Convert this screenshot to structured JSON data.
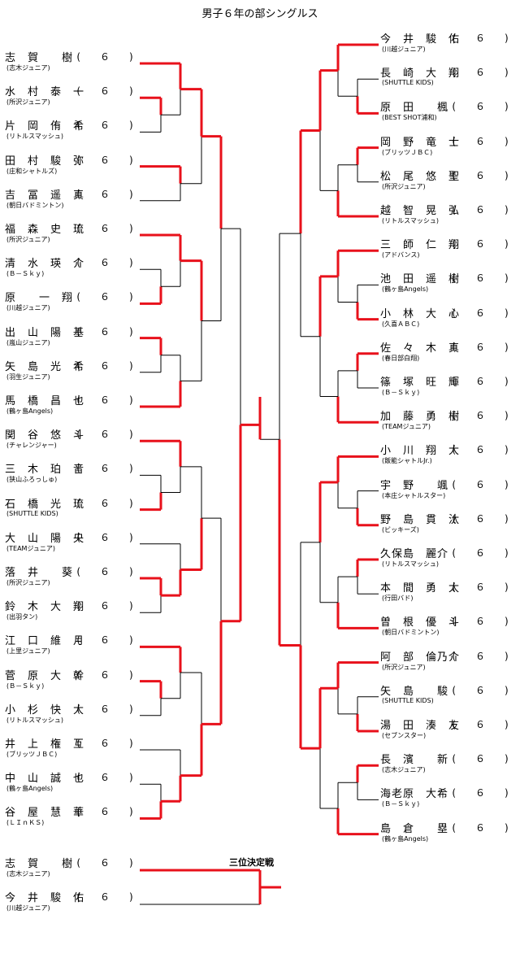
{
  "title": "男子６年の部シングルス",
  "third_place_title": "三位決定戦",
  "left_players": [
    {
      "name": "志　賀　　樹",
      "club": "(志木ジュニア)",
      "grade": "(　　６　　)"
    },
    {
      "name": "水　村　泰　一",
      "club": "(所沢ジュニア)",
      "grade": "(　　６　　)"
    },
    {
      "name": "片　岡　侑　希",
      "club": "(リトルスマッシュ)",
      "grade": "(　　６　　)"
    },
    {
      "name": "田　村　駿　弥",
      "club": "(庄和シャトルズ)",
      "grade": "(　　６　　)"
    },
    {
      "name": "吉　冨　遥　真",
      "club": "(朝日バドミントン)",
      "grade": "(　　６　　)"
    },
    {
      "name": "福　森　史　琉",
      "club": "(所沢ジュニア)",
      "grade": "(　　６　　)"
    },
    {
      "name": "清　水　瑛　介",
      "club": "(Ｂ－Ｓｋｙ)",
      "grade": "(　　６　　)"
    },
    {
      "name": "原　　一　翔",
      "club": "(川越ジュニア)",
      "grade": "(　　６　　)"
    },
    {
      "name": "出　山　陽　基",
      "club": "(嵐山ジュニア)",
      "grade": "(　　６　　)"
    },
    {
      "name": "矢　島　光　希",
      "club": "(羽生ジュニア)",
      "grade": "(　　６　　)"
    },
    {
      "name": "馬　橋　昌　也",
      "club": "(鶴ヶ島Angels)",
      "grade": "(　　６　　)"
    },
    {
      "name": "関　谷　悠　斗",
      "club": "(チャレンジャー)",
      "grade": "(　　６　　)"
    },
    {
      "name": "三　木　珀　音",
      "club": "(狭山ふろっしゅ)",
      "grade": "(　　６　　)"
    },
    {
      "name": "石　橋　光　琉",
      "club": "(SHUTTLE KIDS)",
      "grade": "(　　６　　)"
    },
    {
      "name": "大　山　陽　央",
      "club": "(TEAMジュニア)",
      "grade": "(　　６　　)"
    },
    {
      "name": "落　井　　葵",
      "club": "(所沢ジュニア)",
      "grade": "(　　６　　)"
    },
    {
      "name": "鈴　木　大　翔",
      "club": "(出羽タン)",
      "grade": "(　　６　　)"
    },
    {
      "name": "江　口　維　月",
      "club": "(上里ジュニア)",
      "grade": "(　　６　　)"
    },
    {
      "name": "菅　原　大　幹",
      "club": "(Ｂ－Ｓｋｙ)",
      "grade": "(　　６　　)"
    },
    {
      "name": "小　杉　快　大",
      "club": "(リトルスマッシュ)",
      "grade": "(　　６　　)"
    },
    {
      "name": "井　上　権　互",
      "club": "(ブリッツＪＢＣ)",
      "grade": "(　　６　　)"
    },
    {
      "name": "中　山　誠　也",
      "club": "(鶴ヶ島Angels)",
      "grade": "(　　６　　)"
    },
    {
      "name": "谷　屋　慧　華",
      "club": "(ＬＩｎＫＳ)",
      "grade": "(　　６　　)"
    }
  ],
  "right_players": [
    {
      "name": "今　井　駿　佑",
      "club": "(川越ジュニア)",
      "grade": "(　　６　　)"
    },
    {
      "name": "長　崎　大　翔",
      "club": "(SHUTTLE KIDS)",
      "grade": "(　　６　　)"
    },
    {
      "name": "原　田　　楓",
      "club": "(BEST SHOT浦和)",
      "grade": "(　　６　　)"
    },
    {
      "name": "岡　野　竜　士",
      "club": "(ブリッツＪＢＣ)",
      "grade": "(　　６　　)"
    },
    {
      "name": "松　尾　悠　聖",
      "club": "(所沢ジュニア)",
      "grade": "(　　６　　)"
    },
    {
      "name": "越　智　晃　弘",
      "club": "(リトルスマッシュ)",
      "grade": "(　　６　　)"
    },
    {
      "name": "三　師　仁　翔",
      "club": "(アドバンス)",
      "grade": "(　　６　　)"
    },
    {
      "name": "池　田　遥　樹",
      "club": "(鶴ヶ島Angels)",
      "grade": "(　　６　　)"
    },
    {
      "name": "小　林　大　心",
      "club": "(久喜ＡＢＣ)",
      "grade": "(　　６　　)"
    },
    {
      "name": "佐　々　木　真",
      "club": "(春日部白翔)",
      "grade": "(　　６　　)"
    },
    {
      "name": "篠　塚　旺　輝",
      "club": "(Ｂ－Ｓｋｙ)",
      "grade": "(　　６　　)"
    },
    {
      "name": "加　藤　勇　樹",
      "club": "(TEAMジュニア)",
      "grade": "(　　６　　)"
    },
    {
      "name": "小　川　翔　大",
      "club": "(飯能シャトルJr.)",
      "grade": "(　　６　　)"
    },
    {
      "name": "宇　野　　颯",
      "club": "(本庄シャトルスター)",
      "grade": "(　　６　　)"
    },
    {
      "name": "野　島　貫　汰",
      "club": "(ビッキーズ)",
      "grade": "(　　６　　)"
    },
    {
      "name": "久保島　麗介",
      "club": "(リトルスマッシュ)",
      "grade": "(　　６　　)"
    },
    {
      "name": "本　間　勇　太",
      "club": "(行田バド)",
      "grade": "(　　６　　)"
    },
    {
      "name": "曽　根　優　斗",
      "club": "(朝日バドミントン)",
      "grade": "(　　６　　)"
    },
    {
      "name": "阿　部　倫乃介",
      "club": "(所沢ジュニア)",
      "grade": "(　　６　　)"
    },
    {
      "name": "矢　島　　駿",
      "club": "(SHUTTLE KIDS)",
      "grade": "(　　６　　)"
    },
    {
      "name": "湯　田　湊　友",
      "club": "(セブンスター)",
      "grade": "(　　６　　)"
    },
    {
      "name": "長　濱　　新",
      "club": "(志木ジュニア)",
      "grade": "(　　６　　)"
    },
    {
      "name": "海老原　大希",
      "club": "(Ｂ－Ｓｋｙ)",
      "grade": "(　　６　　)"
    },
    {
      "name": "島　倉　　塁",
      "club": "(鶴ヶ島Angels)",
      "grade": "(　　６　　)"
    }
  ],
  "third_place_players": [
    {
      "name": "志　賀　　樹",
      "club": "(志木ジュニア)",
      "grade": "(　　６　　)"
    },
    {
      "name": "今　井　駿　佑",
      "club": "(川越ジュニア)",
      "grade": "(　　６　　)"
    }
  ],
  "colors": {
    "win": "#e8111b",
    "lose": "#000000"
  }
}
